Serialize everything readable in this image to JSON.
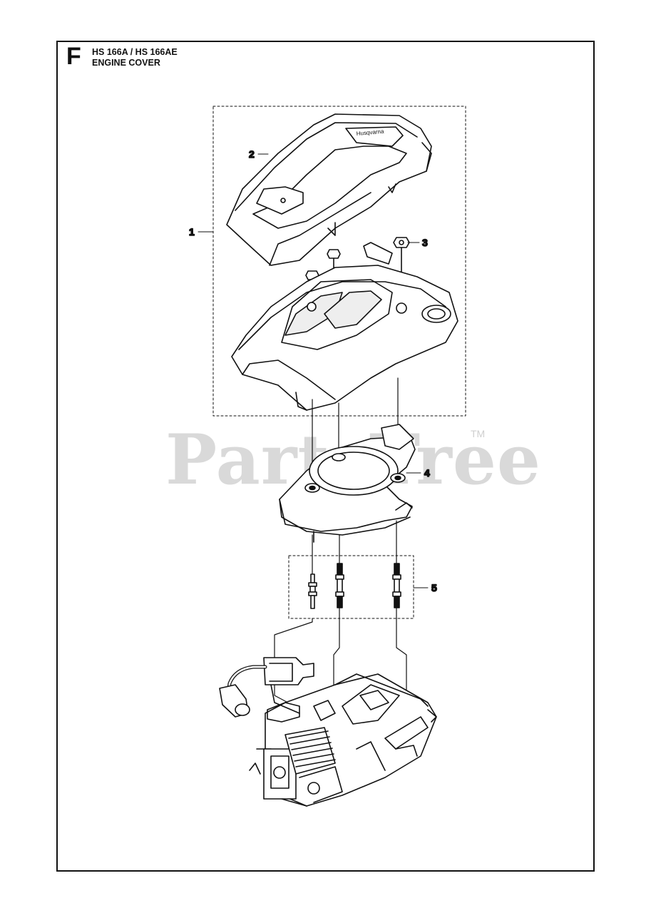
{
  "header": {
    "section_letter": "F",
    "model_line": "HS 166A / HS 166AE",
    "title_line": "ENGINE COVER"
  },
  "watermark": {
    "text": "PartsTree",
    "trademark": "TM"
  },
  "callouts": [
    {
      "number": "1",
      "part": "engine cover assembly"
    },
    {
      "number": "2",
      "part": "top cover"
    },
    {
      "number": "3",
      "part": "nut"
    },
    {
      "number": "4",
      "part": "fan housing"
    },
    {
      "number": "5",
      "part": "studs"
    }
  ],
  "logo_text": "Husqvarna",
  "colors": {
    "line": "#111111",
    "watermark": "#d9d9d9"
  }
}
